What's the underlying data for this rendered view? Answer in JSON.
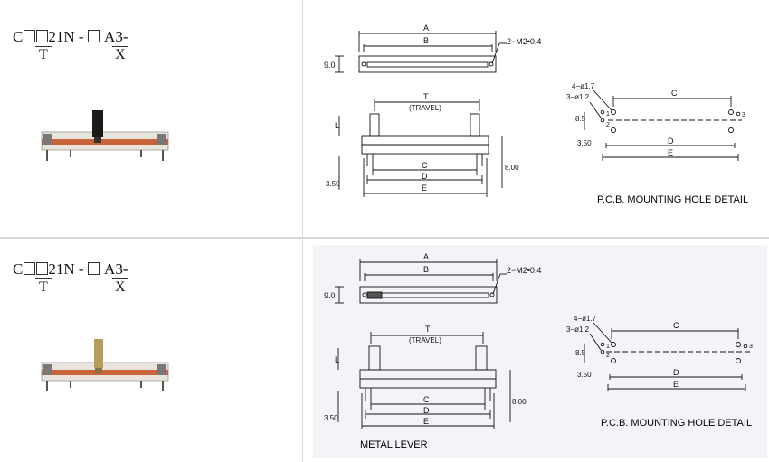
{
  "part_code": {
    "prefix": "C",
    "suffix_a": "21N -",
    "suffix_b": "A3-",
    "under_t": "T",
    "under_x": "X"
  },
  "dimensions": {
    "a": "A",
    "b": "B",
    "m": "2−M2•0.4",
    "nine": "9.0",
    "t": "T",
    "travel": "(TRAVEL)",
    "l": "L",
    "c": "C",
    "d": "D",
    "e": "E",
    "h350": "3.50",
    "h800": "8.00",
    "holes17": "4−ø1.7",
    "holes12": "3−ø1.2",
    "h85": "8.5",
    "n1": "1",
    "n2": "2",
    "n3": "3"
  },
  "captions": {
    "pcb": "P.C.B. MOUNTING HOLE DETAIL",
    "metal_lever": "METAL LEVER"
  },
  "colors": {
    "lever_black": "#1a1a1a",
    "lever_metal": "#b89a5a",
    "housing": "#e8e4dc",
    "pcb_board": "#c8633a",
    "bg_row2_drawing": "#f4f4f8"
  }
}
